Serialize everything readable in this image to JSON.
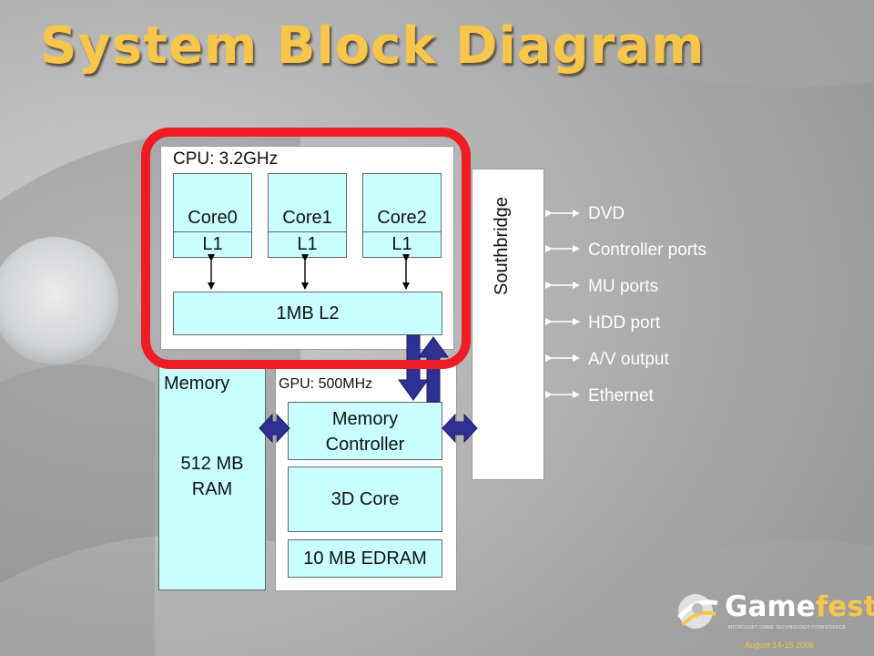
{
  "title": "System Block Diagram",
  "cpu": {
    "label": "CPU: 3.2GHz",
    "cores": [
      {
        "name": "Core0",
        "cache": "L1"
      },
      {
        "name": "Core1",
        "cache": "L1"
      },
      {
        "name": "Core2",
        "cache": "L1"
      }
    ],
    "l2": "1MB L2"
  },
  "southbridge": {
    "label": "Southbridge",
    "ports": [
      "DVD",
      "Controller ports",
      "MU ports",
      "HDD port",
      "A/V output",
      "Ethernet"
    ]
  },
  "memory": {
    "label": "Memory",
    "size_line1": "512 MB",
    "size_line2": "RAM"
  },
  "gpu": {
    "label": "GPU: 500MHz",
    "mem_ctrl_line1": "Memory",
    "mem_ctrl_line2": "Controller",
    "core3d": "3D Core",
    "edram": "10 MB EDRAM"
  },
  "logo": {
    "name_part1": "Game",
    "name_part2": "fest",
    "tagline": "MICROSOFT GAME TECHNOLOGY CONFERENCE",
    "date": "August 14-15 2006"
  },
  "colors": {
    "title": "#f7c64a",
    "highlight": "#ee1c24",
    "cyan_fill": "#c9ffff",
    "bus_arrow": "#2e3192"
  }
}
